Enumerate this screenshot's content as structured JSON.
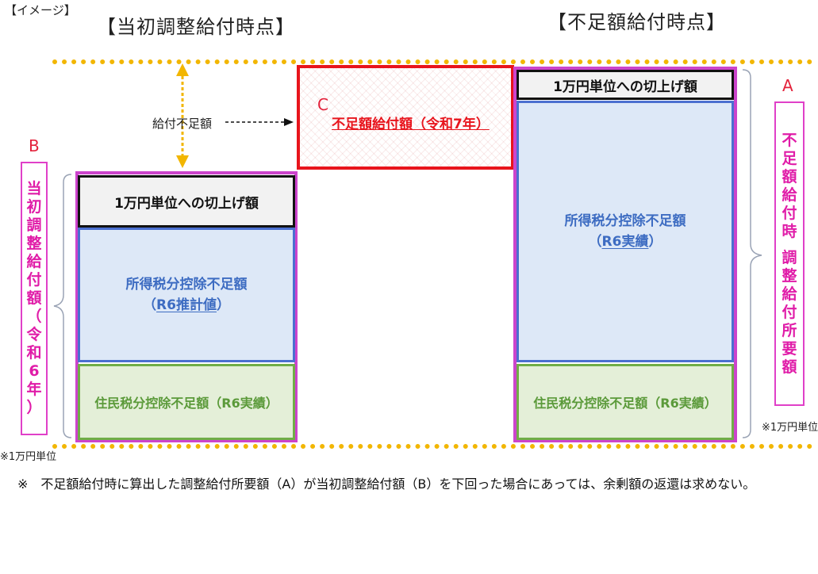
{
  "image_tag": "【イメージ】",
  "left_heading": "【当初調整給付時点】",
  "right_heading": "【不足額給付時点】",
  "shortfall_arrow_label": "給付不足額",
  "c_letter": "C",
  "c_label": "不足額給付額（令和7年）",
  "b_letter": "B",
  "b_vertical_chars": [
    "当",
    "初",
    "調",
    "整",
    "給",
    "付",
    "額",
    "（",
    "令",
    "和",
    "6",
    "年",
    "）"
  ],
  "a_letter": "A",
  "a_vertical_chars": [
    "不",
    "足",
    "額",
    "給",
    "付",
    "時",
    "",
    "調",
    "整",
    "給",
    "付",
    "所",
    "要",
    "額"
  ],
  "left_roundup": "1万円単位への切上げ額",
  "left_income_line1": "所得税分控除不足額",
  "left_income_line2_prefix": "（",
  "left_income_line2_link": "R6推計値",
  "left_income_line2_suffix": "）",
  "left_resident": "住民税分控除不足額（R6実績）",
  "right_roundup": "1万円単位への切上げ額",
  "right_income_line1": "所得税分控除不足額",
  "right_income_line2_prefix": "（",
  "right_income_line2_link": "R6実績",
  "right_income_line2_suffix": "）",
  "right_resident": "住民税分控除不足額（R6実績）",
  "left_unit_note": "※1万円単位",
  "right_unit_note": "※1万円単位",
  "footnote": "※　不足額給付時に算出した調整給付所要額（A）が当初調整給付額（B）を下回った場合にあっては、余剰額の返還は求めない。",
  "colors": {
    "dotted_line": "#f2b600",
    "pink": "#e01ca8",
    "red": "#e8141c",
    "blue_text": "#3d6cc2",
    "green_text": "#5b9a3a"
  }
}
